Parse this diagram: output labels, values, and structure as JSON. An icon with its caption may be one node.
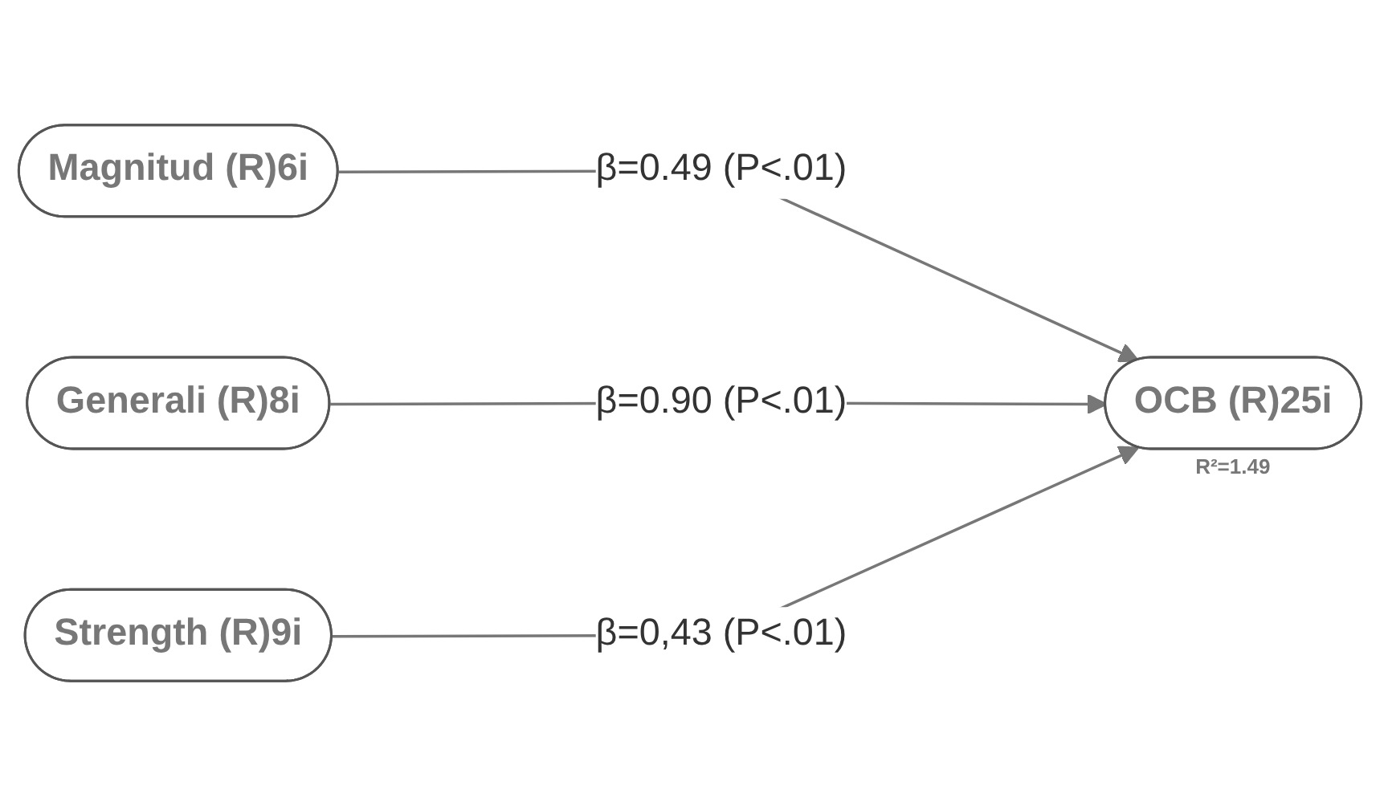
{
  "diagram": {
    "nodes": [
      {
        "text": [
          "Magnitud (R)6i"
        ]
      },
      {
        "text": [
          "Generali (R)8i"
        ]
      },
      {
        "text": [
          "Strength (R)9i"
        ]
      },
      {
        "text": [
          "OCB (R)25i"
        ],
        "beside": [
          "R²=1.49"
        ]
      }
    ],
    "edges": [
      {
        "from": 0,
        "to": 3,
        "arrow": "to",
        "label": "β=0.49 (P<.01)"
      },
      {
        "from": 1,
        "to": 3,
        "arrow": "to",
        "label": "β=0.90 (P<.01)"
      },
      {
        "from": 2,
        "to": 3,
        "arrow": "to",
        "label": "β=0,43 (P<.01)"
      }
    ]
  }
}
